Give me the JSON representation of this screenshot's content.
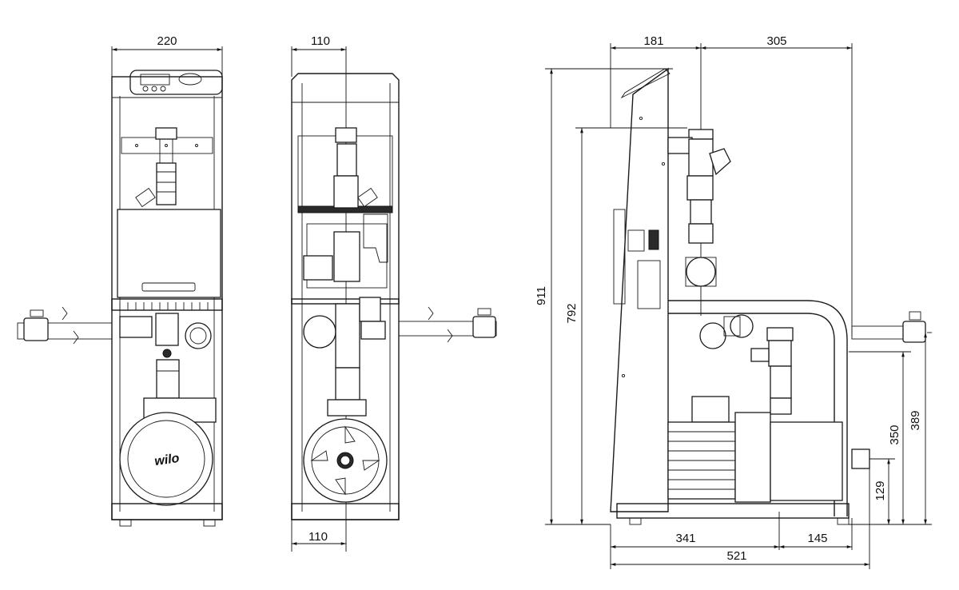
{
  "diagram": {
    "views": {
      "front": {
        "width_dim": "220"
      },
      "side": {
        "top_dim": "110",
        "bottom_dim": "110"
      },
      "right": {
        "top_left_dim": "181",
        "top_right_dim": "305",
        "total_height_dim": "911",
        "inner_height_dim": "792",
        "bottom_left_dim": "341",
        "bottom_right_dim": "145",
        "bottom_total_dim": "521",
        "outlet_height_dim": "389",
        "pipe_height_dim": "350",
        "stub_height_dim": "129"
      }
    },
    "brand_text": "wilo"
  }
}
